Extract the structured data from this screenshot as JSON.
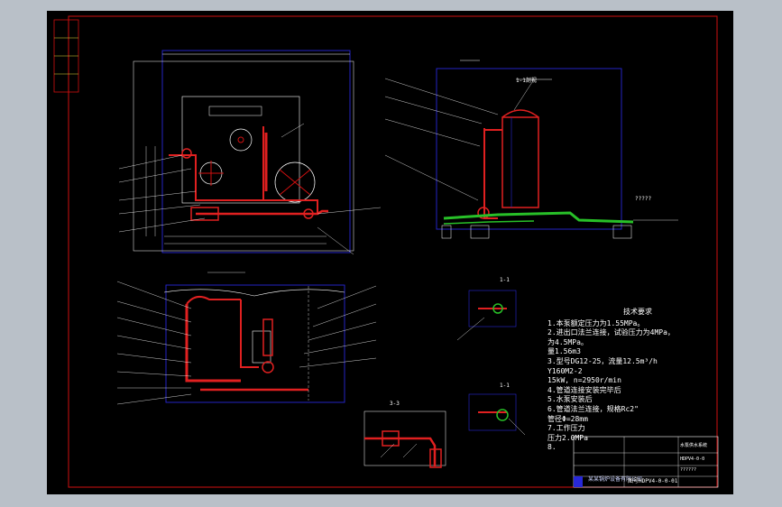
{
  "notes": {
    "title": "技术要求",
    "lines": [
      "1.本泵额定压力为1.55MPa。",
      "2.进出口法兰连接，试验压力为4MPa，",
      "  为4.5MPa。",
      "  量1.56m3",
      "3.型号DG12-25，流量12.5m³/h",
      "  Y160M2-2",
      "  15kW, n=2950r/min",
      "4.管道连接安装完毕后",
      "5.水泵安装后",
      "6.管道法兰连接，规格Rc2\"",
      "  管径Φ=28mm",
      "7.工作压力",
      "  压力2.0MPa",
      "8."
    ]
  },
  "title_block": {
    "company": "某某锅炉设备有限公司",
    "drawing_no": "图号HDPV4-0-0-01",
    "row1": "水泵供水系统",
    "row2": "HDPV4-0-0",
    "row3": "??????"
  },
  "labels": {
    "section_top": "1-1",
    "section_mid": "1-1",
    "section_valve": "3-3",
    "ground_mark": "?????",
    "view_label": "1-1剖视"
  },
  "colors": {
    "sheet": "#000000",
    "frame": "#d01010",
    "outline": "#2828d8",
    "pipe": "#e02020",
    "dimension": "#ffffff",
    "ground": "#28c028",
    "highlight": "#e8e23a"
  }
}
